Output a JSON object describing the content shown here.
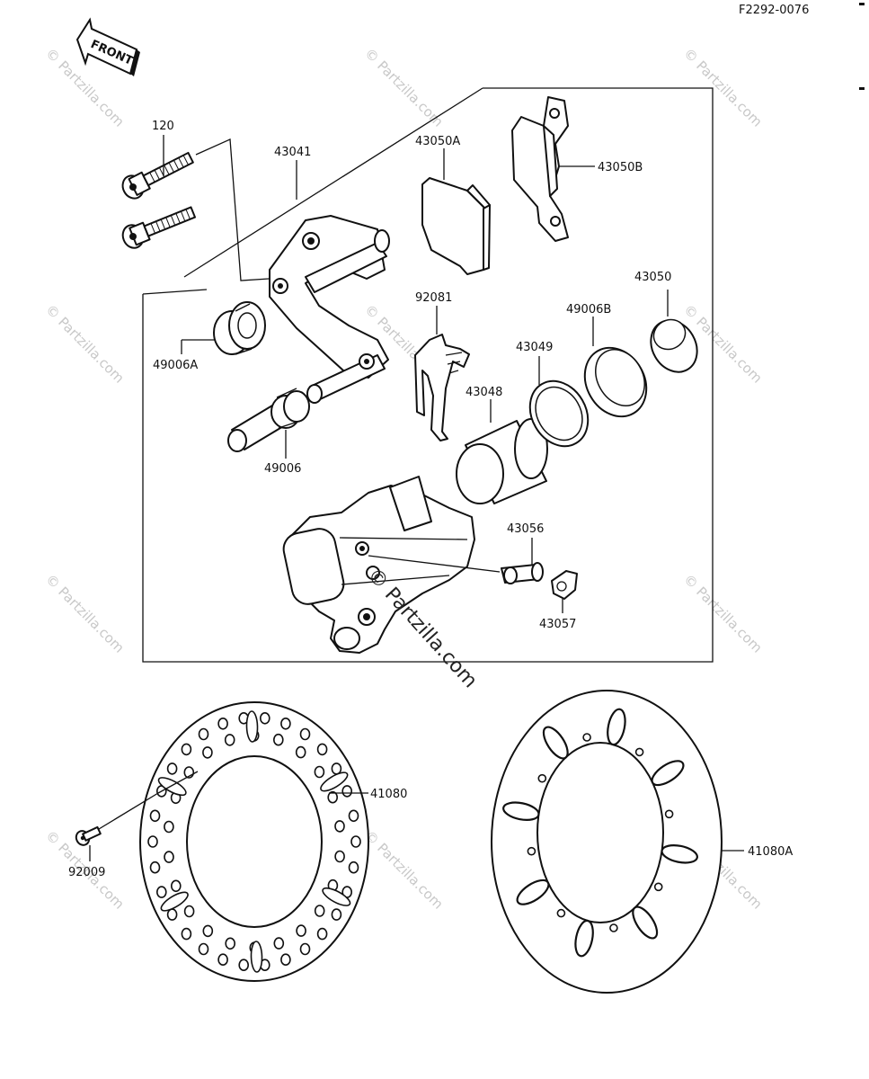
{
  "diagram": {
    "figure_code": "F2292-0076",
    "direction_label": "FRONT",
    "watermark": "© Partzilla.com",
    "watermark_main": "© Partzilla.com",
    "parts": {
      "p120": "120",
      "p43041": "43041",
      "p43050A": "43050A",
      "p43050B": "43050B",
      "p92081": "92081",
      "p43050": "43050",
      "p49006B": "49006B",
      "p43049": "43049",
      "p49006A": "49006A",
      "p43048": "43048",
      "p49006": "49006",
      "p43056": "43056",
      "p43057": "43057",
      "p41080": "41080",
      "p41080A": "41080A",
      "p92009": "92009"
    }
  }
}
